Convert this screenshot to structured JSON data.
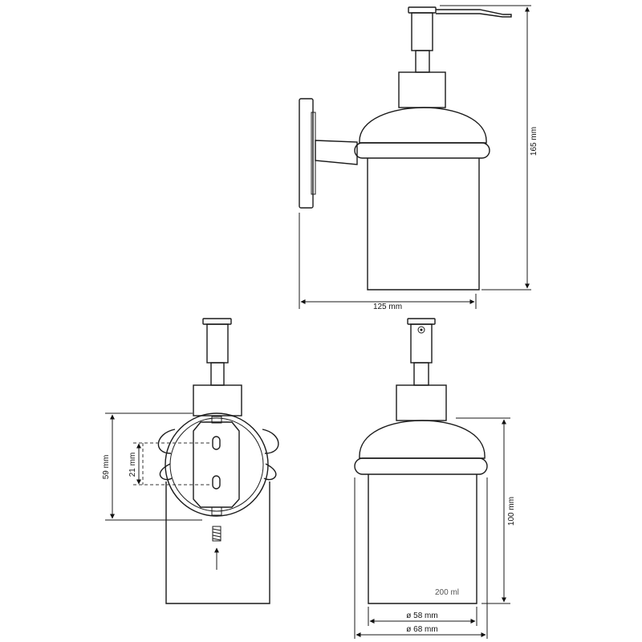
{
  "dimensions": {
    "height_total": "165 mm",
    "depth": "125 mm",
    "wall_plate_height": "59 mm",
    "hole_spacing": "21 mm",
    "bottle_height": "100 mm",
    "inner_diameter": "ø 58 mm",
    "outer_diameter": "ø 68 mm"
  },
  "capacity": "200 ml"
}
